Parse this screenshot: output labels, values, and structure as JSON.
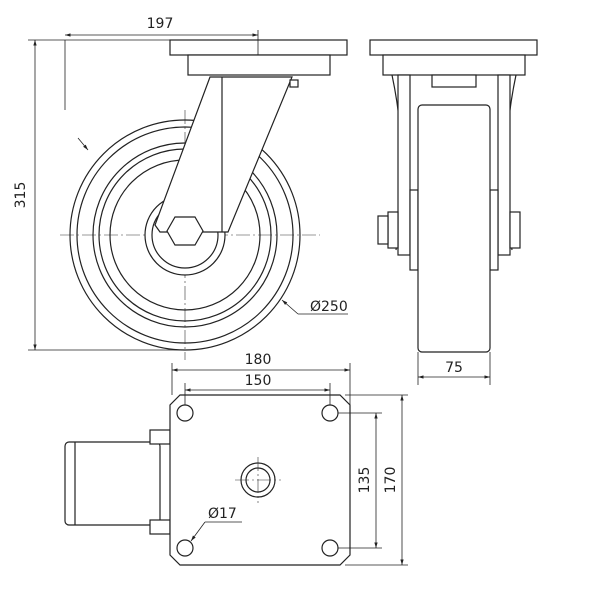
{
  "drawing": {
    "front_view": {
      "dim_width": "197",
      "dim_height": "315",
      "dim_wheel_diameter": "Ø250"
    },
    "side_view": {
      "dim_wheel_width": "75"
    },
    "top_plate_view": {
      "dim_plate_width": "180",
      "dim_hole_spacing_x": "150",
      "dim_hole_spacing_y": "135",
      "dim_plate_length": "170",
      "dim_hole_diameter": "Ø17"
    }
  }
}
